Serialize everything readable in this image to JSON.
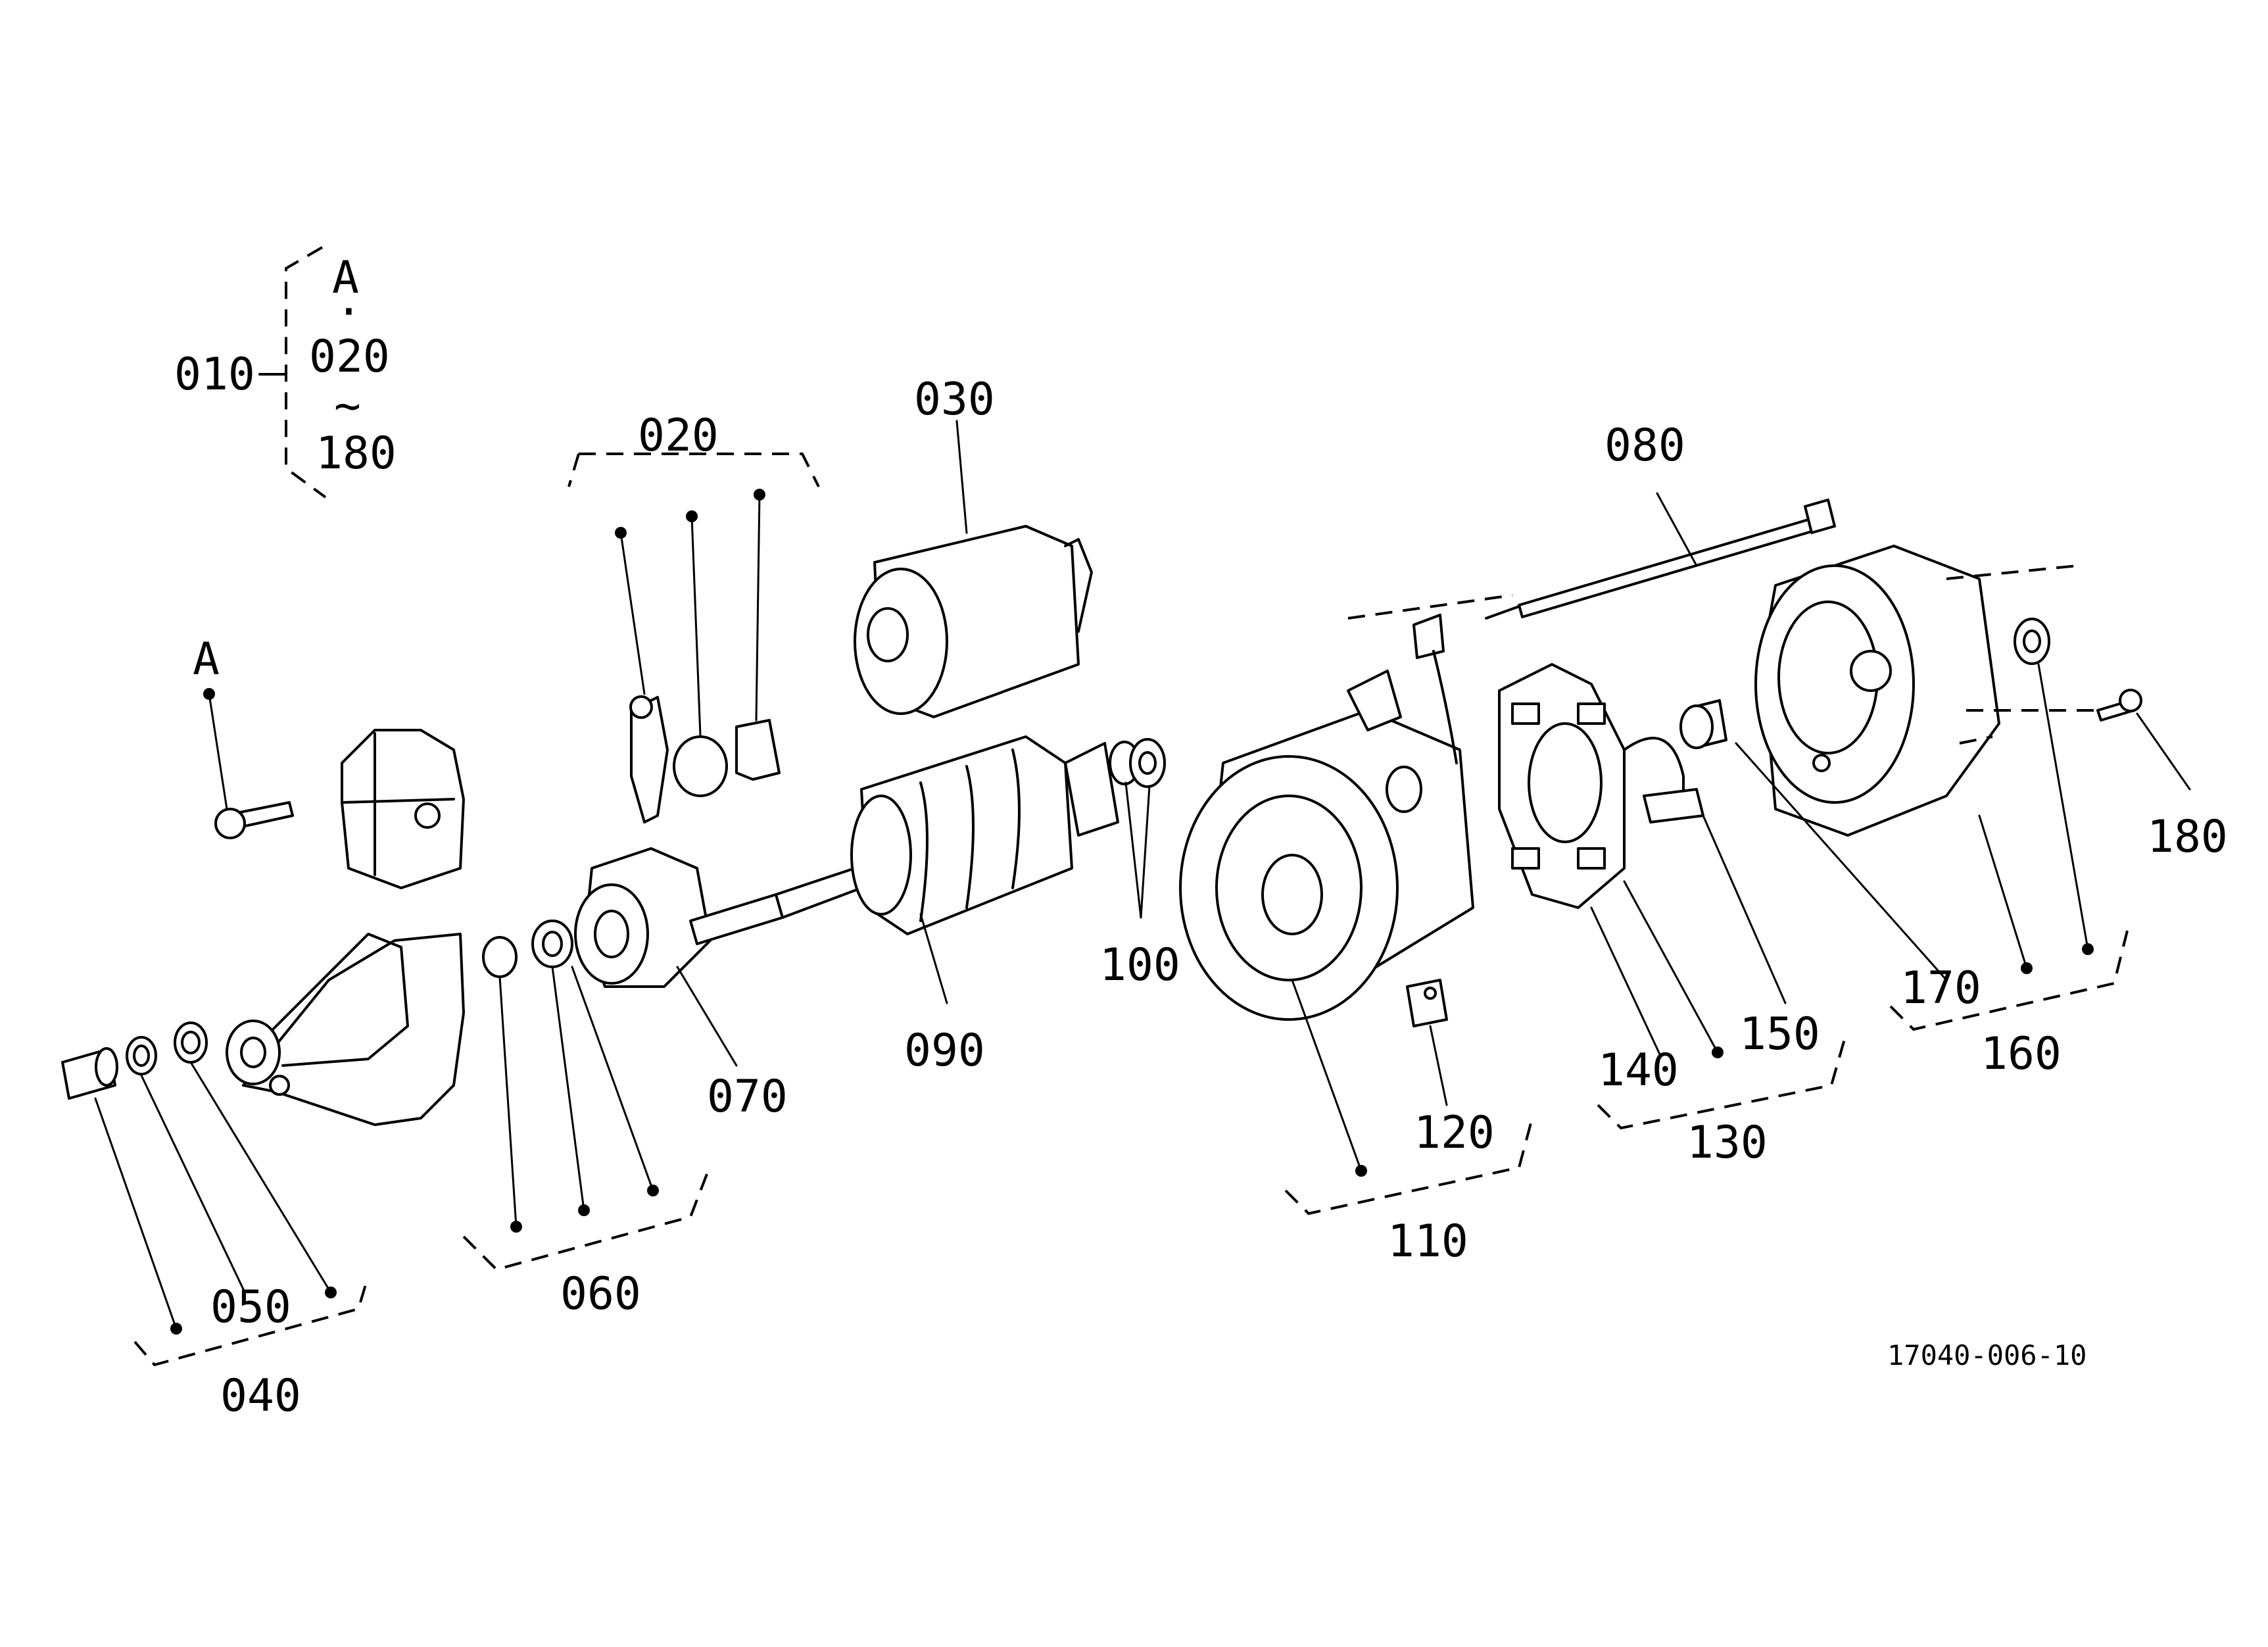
{
  "labels": {
    "l010": "010",
    "range_a": "A",
    "range_dot": "·",
    "range_start": "020",
    "range_tilde": "~",
    "range_end": "180",
    "ref_a": "A",
    "l020": "020",
    "l030": "030",
    "l040": "040",
    "l050": "050",
    "l060": "060",
    "l070": "070",
    "l080": "080",
    "l090": "090",
    "l100": "100",
    "l110": "110",
    "l120": "120",
    "l130": "130",
    "l140": "140",
    "l150": "150",
    "l160": "160",
    "l170": "170",
    "l180": "180"
  },
  "figure_id": "17040-006-10"
}
